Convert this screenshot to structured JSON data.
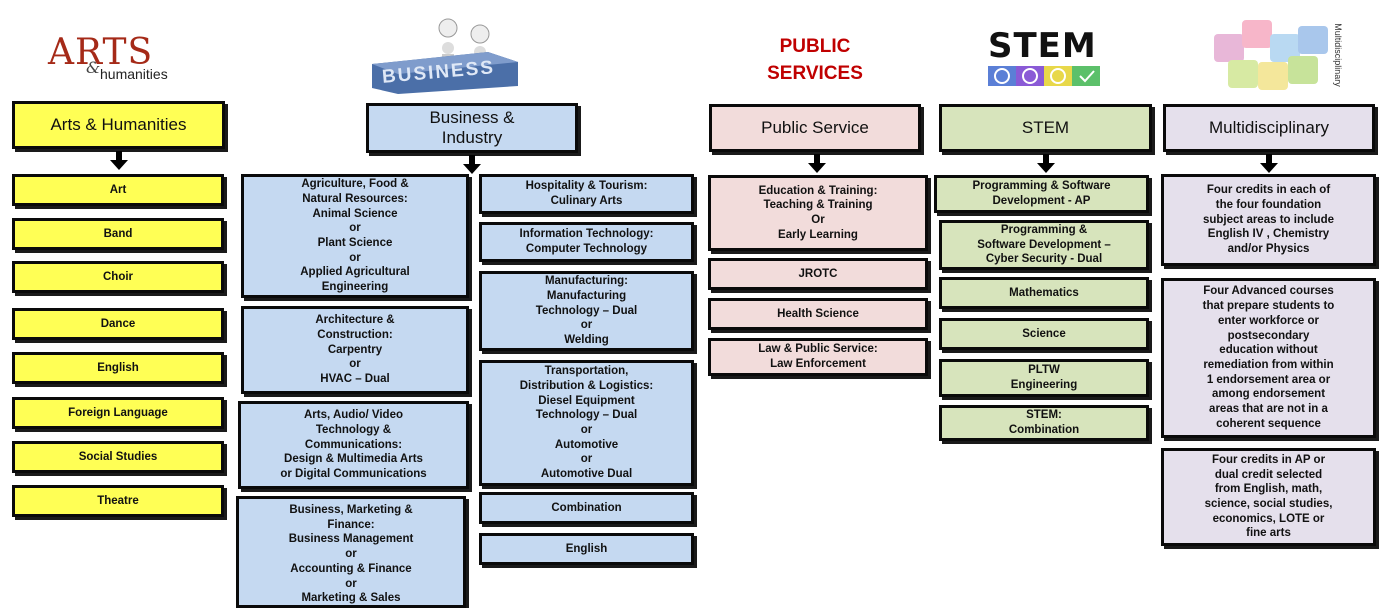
{
  "logos": {
    "arts_main": "ARTS",
    "arts_amp": "&",
    "arts_sub": "humanities",
    "business": "BUSINESS",
    "public_line1": "PUBLIC",
    "public_line2": "SERVICES",
    "stem": "STEM",
    "multi_vertical": "Multidisciplinary"
  },
  "columns": {
    "arts": {
      "header": "Arts & Humanities",
      "items": [
        "Art",
        "Band",
        "Choir",
        "Dance",
        "English",
        "Foreign Language",
        "Social Studies",
        "Theatre"
      ]
    },
    "business": {
      "header": "Business &\nIndustry",
      "left_items": [
        "Agriculture, Food &\nNatural Resources:\nAnimal Science\nor\nPlant Science\nor\nApplied Agricultural\nEngineering",
        "Architecture &\nConstruction:\nCarpentry\nor\nHVAC – Dual",
        "Arts, Audio/ Video\nTechnology &\nCommunications:\nDesign & Multimedia Arts\nor Digital Communications",
        "Business, Marketing &\nFinance:\nBusiness Management\nor\nAccounting & Finance\nor\nMarketing & Sales"
      ],
      "right_items": [
        "Hospitality & Tourism:\nCulinary Arts",
        "Information Technology:\nComputer Technology",
        "Manufacturing:\nManufacturing\nTechnology – Dual\nor\nWelding",
        "Transportation,\nDistribution & Logistics:\nDiesel Equipment\nTechnology – Dual\nor\nAutomotive\nor\nAutomotive Dual",
        "Combination",
        "English"
      ]
    },
    "public": {
      "header": "Public Service",
      "items": [
        "Education & Training:\nTeaching & Training\nOr\nEarly Learning",
        "JROTC",
        "Health Science",
        "Law & Public Service:\nLaw Enforcement"
      ]
    },
    "stem": {
      "header": "STEM",
      "items": [
        "Programming & Software\nDevelopment - AP",
        "Programming &\nSoftware Development –\nCyber Security - Dual",
        "Mathematics",
        "Science",
        "PLTW\nEngineering",
        "STEM:\nCombination"
      ]
    },
    "multi": {
      "header": "Multidisciplinary",
      "items": [
        "Four credits in each of\nthe four foundation\nsubject areas to include\nEnglish IV , Chemistry\nand/or Physics",
        "Four Advanced courses\nthat prepare students to\nenter workforce or\npostsecondary\neducation without\nremediation from within\n1 endorsement area or\namong endorsement\nareas that are not in a\ncoherent sequence",
        "Four credits in AP or\ndual credit selected\nfrom English, math,\nscience, social studies,\neconomics, LOTE or\nfine arts"
      ]
    }
  },
  "colors": {
    "arts": "#ffff55",
    "business": "#c5d9f1",
    "public": "#f2dcdb",
    "stem": "#d7e4bc",
    "multi": "#e5e0ec",
    "public_logo": "#c00000",
    "arts_logo": "#a52a18"
  }
}
